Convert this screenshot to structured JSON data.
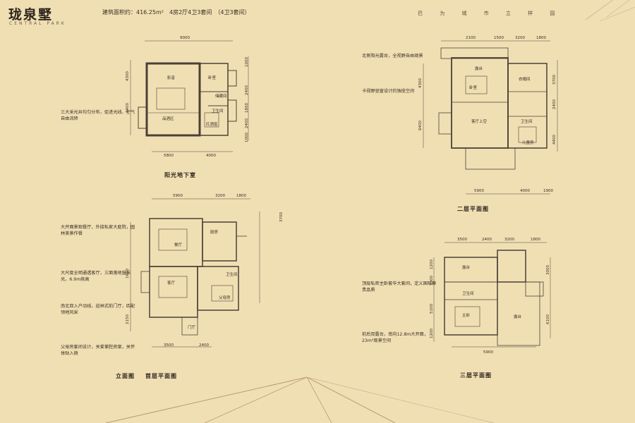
{
  "header": {
    "title": "珑泉墅",
    "subtitle": "CENTRAL PARK",
    "spec": "建筑面积约：416.25m²　4房2厅4卫3套间　（4卫3套间）",
    "slogan": "巴 为 城 市 立 样 园"
  },
  "plans": {
    "basement": {
      "caption": "阳光地下室",
      "notes": [
        "三大采光井均匀分布，促进光线、空气自由流转"
      ],
      "dims": [
        "9000",
        "4300",
        "6400",
        "5800",
        "4000",
        "1000",
        "2400",
        "1800",
        "2400",
        "1000"
      ],
      "rooms": [
        "影音",
        "卧室",
        "储藏间",
        "卫生间",
        "品酒区",
        "红酒窖"
      ]
    },
    "second": {
      "caption": "二层平面图",
      "notes": [
        "北侧阳光露台，全视野自由观景",
        "卡视野竖窗设计的独揽空间"
      ],
      "dims": [
        "2100",
        "1500",
        "3200",
        "1800",
        "4300",
        "3700",
        "6400",
        "2400",
        "4400",
        "5900",
        "4000",
        "1900"
      ],
      "rooms": [
        "露台",
        "卧室",
        "客厅上空",
        "卫生间",
        "儿童房",
        "衣帽间"
      ]
    },
    "first": {
      "caption": "首层平面图",
      "notes": [
        "大开面景观餐厅，外接私家大庭院，园林美景作餐",
        "大尺度全明通透客厅，三面落地窗采光，6.9m挑高",
        "南北双入户动线，巡林式前门厅，匹配领地风采",
        "父母房套间设计，关爱掌腔房案，关怀体贴入微"
      ],
      "dims": [
        "5900",
        "3200",
        "1800",
        "3700",
        "1650",
        "2150",
        "3500",
        "2400"
      ],
      "rooms": [
        "餐厅",
        "客厅",
        "厨房",
        "卫生间",
        "父母房",
        "门厅"
      ]
    },
    "third": {
      "caption": "三层平面图",
      "notes": [
        "顶层私密主卧套华大套间，定义国际尊贵品质",
        "前后双露台，南向12.8m大开面，23m²观景空间"
      ],
      "dims": [
        "3500",
        "2400",
        "3200",
        "1800",
        "1200",
        "3000",
        "5100",
        "1200",
        "3000",
        "6100",
        "5900"
      ],
      "rooms": [
        "露台",
        "卫生间",
        "主卧",
        "露台"
      ]
    },
    "elevation_caption": "立面图"
  },
  "colors": {
    "background": "#f1dfb4",
    "line": "#4a4036",
    "accent": "#2c241c"
  }
}
